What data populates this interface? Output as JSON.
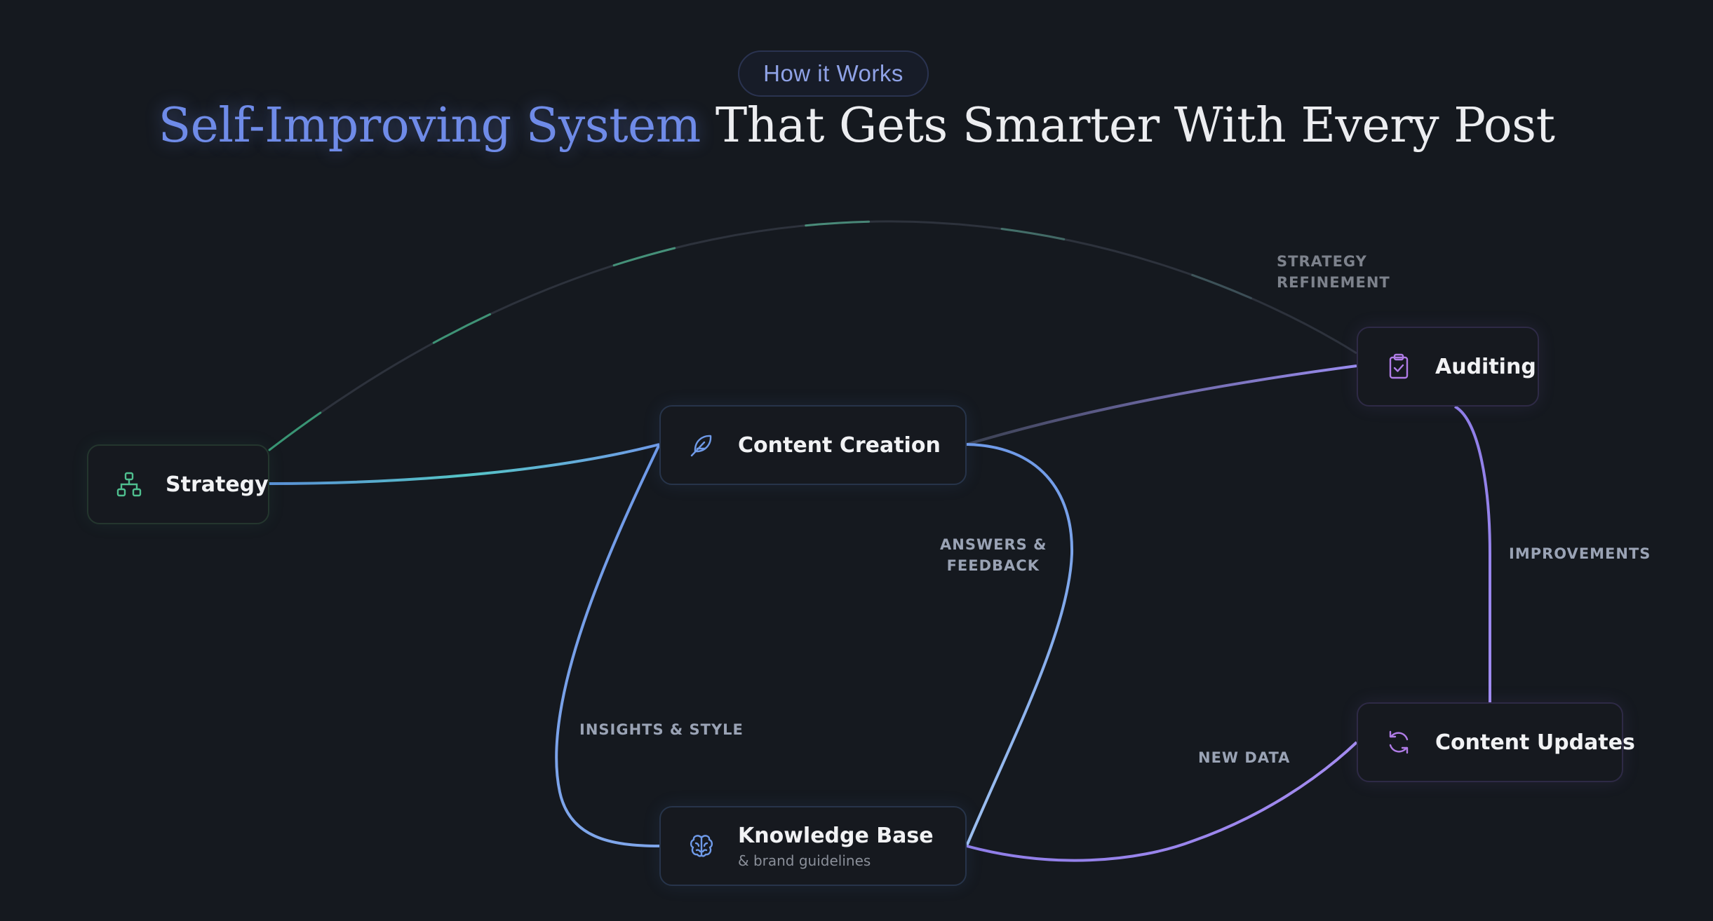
{
  "header": {
    "badge": "How it Works",
    "title_accent": "Self-Improving System",
    "title_rest": " That Gets Smarter With Every Post"
  },
  "nodes": {
    "strategy": {
      "label": "Strategy",
      "icon": "sitemap-icon",
      "color": "#4fbf8f"
    },
    "content_creation": {
      "label": "Content Creation",
      "icon": "feather-icon",
      "color": "#6f9ae8"
    },
    "auditing": {
      "label": "Auditing",
      "icon": "clipboard-check-icon",
      "color": "#b07ce6"
    },
    "content_updates": {
      "label": "Content Updates",
      "icon": "refresh-icon",
      "color": "#b07ce6"
    },
    "knowledge_base": {
      "label": "Knowledge Base",
      "sublabel": "& brand guidelines",
      "icon": "brain-icon",
      "color": "#6f9ae8"
    }
  },
  "edges": [
    {
      "from": "Auditing",
      "to": "Strategy",
      "label_line1": "STRATEGY",
      "label_line2": "REFINEMENT",
      "label_color": "#7d828c"
    },
    {
      "from": "Content Creation",
      "to": "Knowledge Base",
      "label_line1": "ANSWERS &",
      "label_line2": "FEEDBACK",
      "label_color": "#9aa3b5"
    },
    {
      "from": "Auditing",
      "to": "Content Updates",
      "label": "IMPROVEMENTS",
      "label_color": "#9aa3b5"
    },
    {
      "from": "Knowledge Base",
      "to": "Content Creation",
      "label": "INSIGHTS & STYLE",
      "label_color": "#9aa3b5"
    },
    {
      "from": "Content Updates",
      "to": "Knowledge Base",
      "label": "NEW DATA",
      "label_color": "#9aa3b5"
    }
  ],
  "colors": {
    "background": "#15191f",
    "accent_blue": "#6f8be8",
    "accent_green": "#4fbf8f",
    "accent_purple": "#9a8cf0"
  }
}
